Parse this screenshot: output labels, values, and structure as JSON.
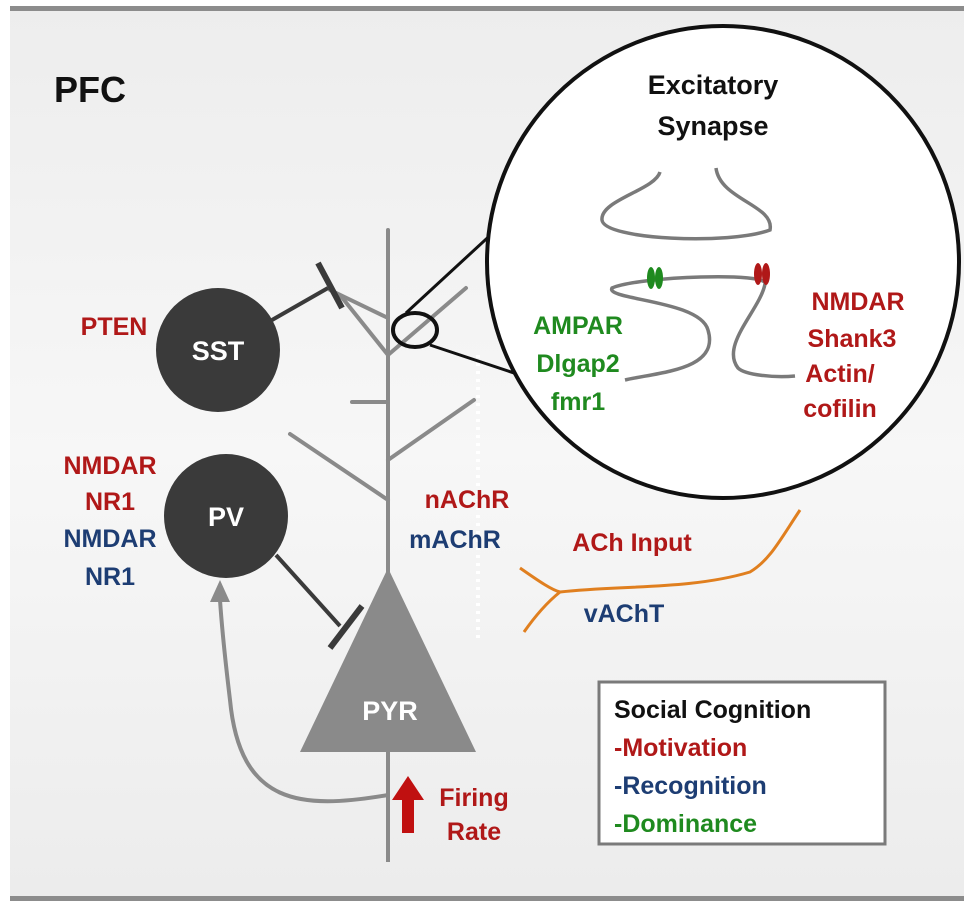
{
  "region": "PFC",
  "synapse": {
    "title_line1": "Excitatory",
    "title_line2": "Synapse"
  },
  "cells": {
    "sst": "SST",
    "pv": "PV",
    "pyr": "PYR"
  },
  "labels": {
    "pten": "PTEN",
    "pv_red_1": "NMDAR",
    "pv_red_2": "NR1",
    "pv_blue_1": "NMDAR",
    "pv_blue_2": "NR1",
    "nachr": "nAChR",
    "machr": "mAChR",
    "ach_input": "ACh Input",
    "vacht": "vAChT",
    "firing_1": "Firing",
    "firing_2": "Rate"
  },
  "synapse_green": [
    "AMPAR",
    "Dlgap2",
    "fmr1"
  ],
  "synapse_red": [
    "NMDAR",
    "Shank3",
    "Actin/",
    "cofilin"
  ],
  "legend": {
    "title": "Social Cognition",
    "items": [
      {
        "text": "-Motivation",
        "color": "#b01818"
      },
      {
        "text": "-Recognition",
        "color": "#1d3d73"
      },
      {
        "text": "-Dominance",
        "color": "#1f8a1f"
      }
    ]
  },
  "colors": {
    "red": "#b01818",
    "blue": "#1d3d73",
    "green": "#1f8a1f",
    "orange": "#e07f1f",
    "cell": "#3a3a3a",
    "neuron": "#8a8a8a"
  }
}
